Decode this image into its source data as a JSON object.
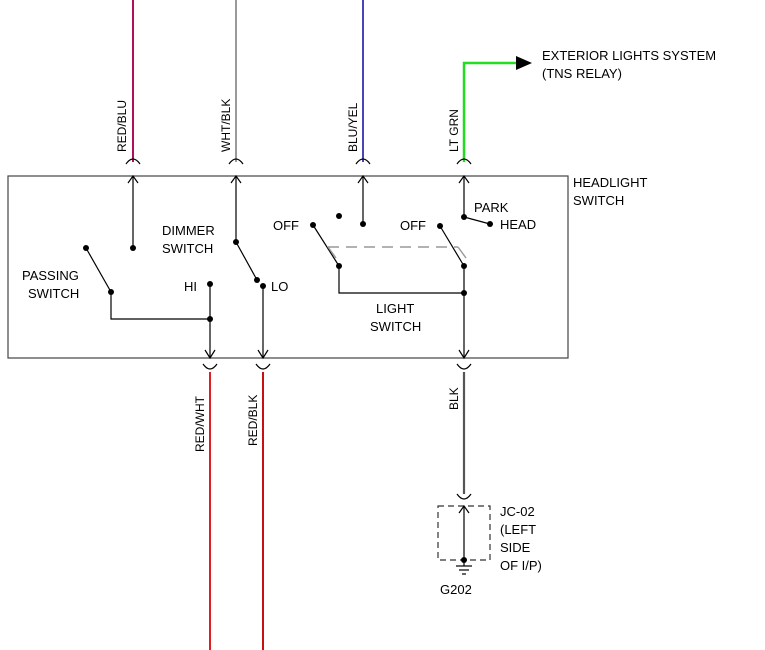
{
  "exterior_lights": {
    "line1": "EXTERIOR LIGHTS SYSTEM",
    "line2": "(TNS RELAY)"
  },
  "headlight_switch": {
    "line1": "HEADLIGHT",
    "line2": "SWITCH"
  },
  "top_wires": [
    {
      "label": "RED/BLU",
      "color": "#b0105a"
    },
    {
      "label": "WHT/BLK",
      "color": "#9a9a9a"
    },
    {
      "label": "BLU/YEL",
      "color": "#4646b4"
    },
    {
      "label": "LT GRN",
      "color": "#22dd22"
    }
  ],
  "bottom_wires": [
    {
      "label": "RED/WHT",
      "color": "#e02020"
    },
    {
      "label": "RED/BLK",
      "color": "#c81010"
    },
    {
      "label": "BLK",
      "color": "#555555"
    }
  ],
  "switches": {
    "passing": {
      "line1": "PASSING",
      "line2": "SWITCH"
    },
    "dimmer": {
      "line1": "DIMMER",
      "line2": "SWITCH"
    },
    "light": {
      "line1": "LIGHT",
      "line2": "SWITCH"
    }
  },
  "positions": {
    "hi": "HI",
    "lo": "LO",
    "off_left": "OFF",
    "off_right": "OFF",
    "park": "PARK",
    "head": "HEAD"
  },
  "connector": {
    "name": "JC-02",
    "line2": "(LEFT",
    "line3": "SIDE",
    "line4": "OF I/P)"
  },
  "ground": {
    "label": "G202"
  }
}
